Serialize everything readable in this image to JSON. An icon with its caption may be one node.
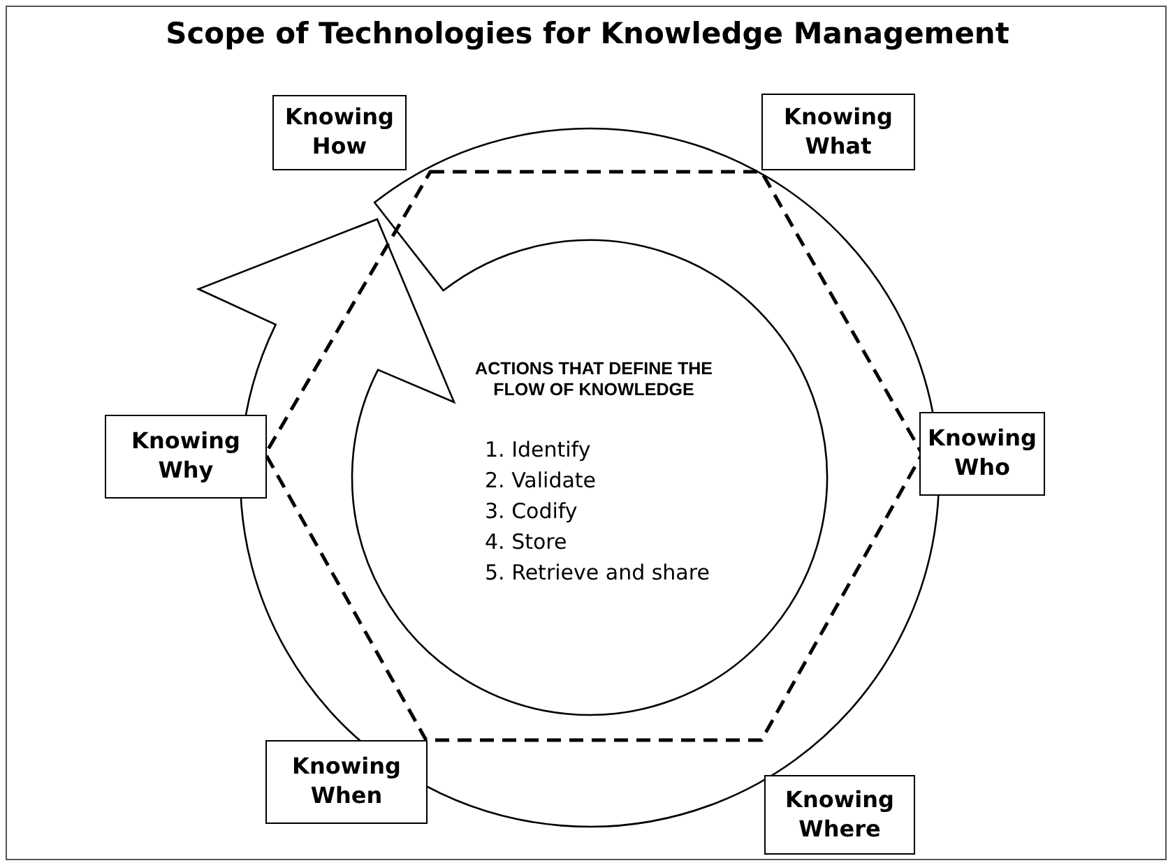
{
  "diagram": {
    "title": "Scope of Technologies for Knowledge Management",
    "nodes": [
      {
        "text": [
          "Knowing How"
        ]
      },
      {
        "text": [
          "Knowing What"
        ]
      },
      {
        "text": [
          "Knowing Why"
        ]
      },
      {
        "text": [
          "Knowing Who"
        ]
      },
      {
        "text": [
          "Knowing When"
        ]
      },
      {
        "text": [
          "Knowing Where"
        ]
      }
    ],
    "labels": [
      "ACTIONS THAT DEFINE THE FLOW OF KNOWLEDGE",
      "1. Identify",
      "2. Validate",
      "3. Codify",
      "4. Store",
      "5. Retrieve and share"
    ]
  }
}
